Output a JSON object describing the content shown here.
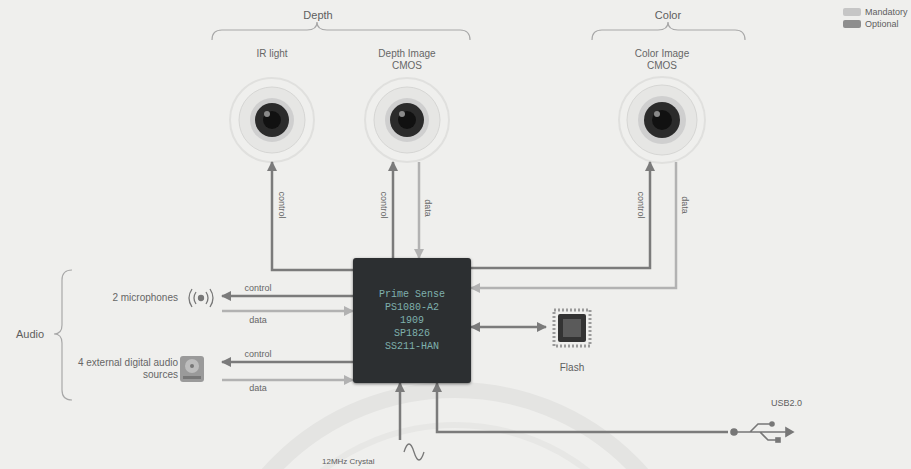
{
  "diagram": {
    "nodes": [
      {
        "text": [
          "IR light"
        ]
      },
      {
        "text": [
          "Depth Image CMOS"
        ]
      },
      {
        "text": [
          "Color Image CMOS"
        ]
      },
      {
        "text": [
          "Prime Sense",
          "PS1080-A2",
          "1909",
          "SP1826",
          "SS211-HAN"
        ]
      },
      {
        "text": [
          "2 microphones"
        ]
      },
      {
        "text": [
          "4 external digital audio sources"
        ]
      },
      {
        "text": [
          "Flash"
        ]
      },
      {
        "text": [
          "USB2.0"
        ]
      },
      {
        "text": [
          "12MHz Crystal"
        ]
      }
    ],
    "edges": [
      {
        "from": 3,
        "to": 0,
        "label": "control",
        "arrow": "to"
      },
      {
        "from": 3,
        "to": 1,
        "label": "control",
        "arrow": "to"
      },
      {
        "from": 1,
        "to": 3,
        "label": "data",
        "arrow": "to"
      },
      {
        "from": 3,
        "to": 2,
        "label": "control",
        "arrow": "to"
      },
      {
        "from": 2,
        "to": 3,
        "label": "data",
        "arrow": "to"
      },
      {
        "from": 3,
        "to": 4,
        "label": "control",
        "arrow": "to"
      },
      {
        "from": 4,
        "to": 3,
        "label": "data",
        "arrow": "to"
      },
      {
        "from": 3,
        "to": 5,
        "label": "control",
        "arrow": "to"
      },
      {
        "from": 5,
        "to": 3,
        "label": "data",
        "arrow": "to"
      },
      {
        "from": 3,
        "to": 6,
        "arrow": "both"
      },
      {
        "from": 7,
        "to": 3,
        "arrow": "to"
      },
      {
        "from": 8,
        "to": 3,
        "arrow": "to"
      }
    ],
    "labels": [
      "Depth",
      "Color",
      "Audio"
    ],
    "legend": [
      {
        "text": "Mandatory",
        "color": "#c6c6c6"
      },
      {
        "text": "Optional",
        "color": "#8e8e8e"
      }
    ]
  }
}
